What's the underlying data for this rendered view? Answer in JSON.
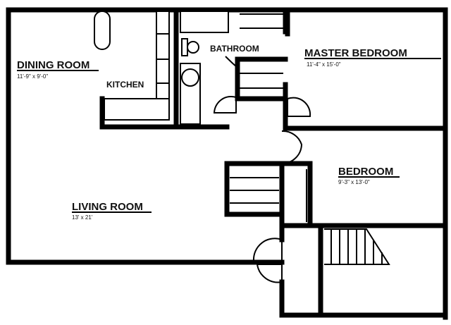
{
  "plan": {
    "rooms": [
      {
        "name": "DINING ROOM",
        "size": "11'-9\" x 9'-0\""
      },
      {
        "name": "KITCHEN"
      },
      {
        "name": "BATHROOM"
      },
      {
        "name": "MASTER BEDROOM",
        "size": "11'-4\" x 15'-0\""
      },
      {
        "name": "BEDROOM",
        "size": "9'-3\" x 13'-0\""
      },
      {
        "name": "LIVING ROOM",
        "size": "13' x 21'"
      }
    ]
  }
}
